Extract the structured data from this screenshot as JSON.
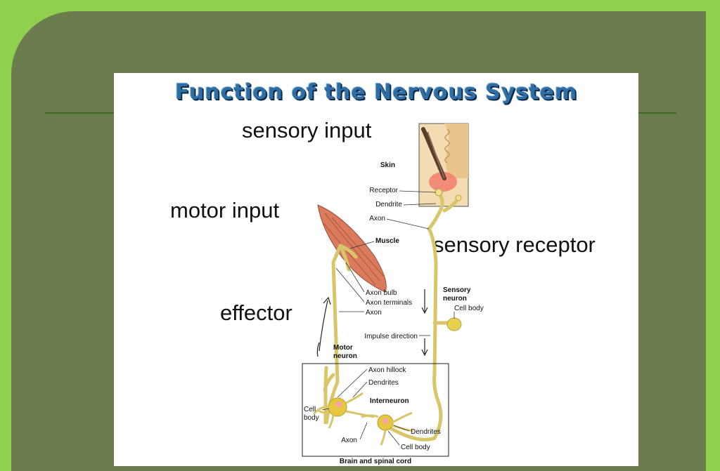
{
  "title": "Function of the Nervous System",
  "annotations": {
    "sensory_input": "sensory input",
    "motor_input": "motor input",
    "sensory_receptor": "sensory receptor",
    "effector": "effector"
  },
  "labels": {
    "skin": "Skin",
    "receptor": "Receptor",
    "dendrite": "Dendrite",
    "axon_top": "Axon",
    "muscle": "Muscle",
    "axon_bulb": "Axon bulb",
    "axon_terminals": "Axon terminals",
    "axon_motor": "Axon",
    "sensory_neuron_1": "Sensory",
    "sensory_neuron_2": "neuron",
    "cell_body_sensory": "Cell body",
    "impulse_direction": "Impulse direction",
    "motor_neuron_1": "Motor",
    "motor_neuron_2": "neuron",
    "axon_hillock": "Axon hillock",
    "dendrites_motor": "Dendrites",
    "interneuron": "Interneuron",
    "cell_body_motor_1": "Cell",
    "cell_body_motor_2": "body",
    "dendrites_inter": "Dendrites",
    "axon_bottom": "Axon",
    "cell_body_inter": "Cell body",
    "brain_spinal_cord": "Brain and spinal cord"
  },
  "colors": {
    "background": "#8fd14f",
    "panel": "#6b7d4f",
    "title": "#2f6ea5",
    "neuron": "#e7d889",
    "neuron_outline": "#b8a24a",
    "muscle": "#d97b5c"
  }
}
